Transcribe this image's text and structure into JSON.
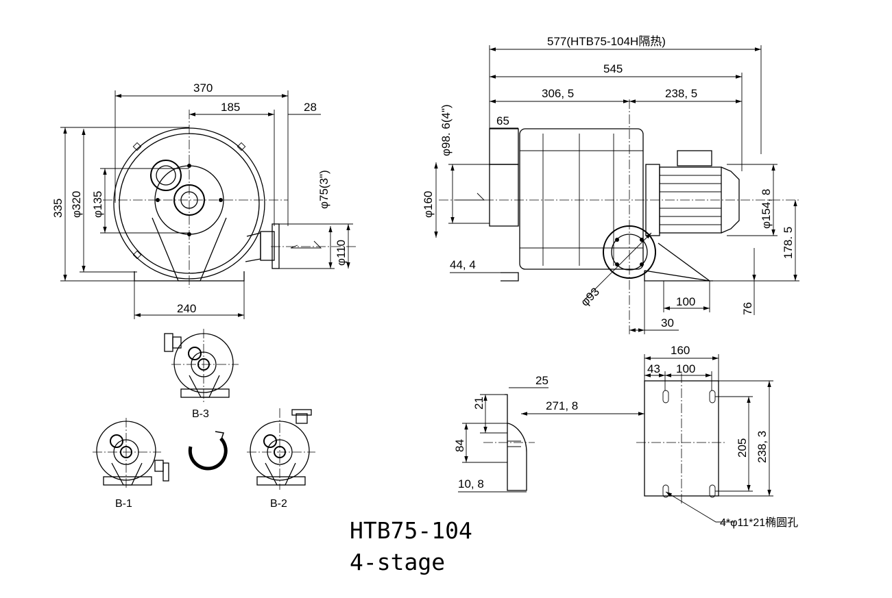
{
  "title": {
    "model": "HTB75-104",
    "stages": "4-stage"
  },
  "front_view": {
    "dims": {
      "width_370": "370",
      "half_185": "185",
      "outlet_28": "28",
      "height_335": "335",
      "dia_320": "φ320",
      "dia_135": "φ135",
      "outlet_dia_75": "φ75(3\")",
      "flange_dia_110": "φ110",
      "base_240": "240"
    }
  },
  "side_view": {
    "dims": {
      "overall_577": "577(HTB75-104H隔热)",
      "length_545": "545",
      "len_306": "306, 5",
      "len_238": "238, 5",
      "inlet_65": "65",
      "inlet_dia_98": "φ98. 6(4\")",
      "inlet_dia_160": "φ160",
      "base_44": "44, 4",
      "motor_dia_154": "φ154, 8",
      "height_178": "178. 5",
      "outlet_dia_93": "φ93",
      "base_100": "100",
      "base_30": "30",
      "height_76": "76"
    }
  },
  "orientations": {
    "b3": "B-3",
    "b1": "B-1",
    "b2": "B-2"
  },
  "mounting": {
    "dims": {
      "w_160": "160",
      "w_43": "43",
      "w_100": "100",
      "d_25": "25",
      "d_271": "271, 8",
      "d_21": "21",
      "d_84": "84",
      "d_10": "10, 8",
      "h_205": "205",
      "h_238": "238, 3"
    },
    "hole_note": "4*φ11*21椭圆孔"
  }
}
